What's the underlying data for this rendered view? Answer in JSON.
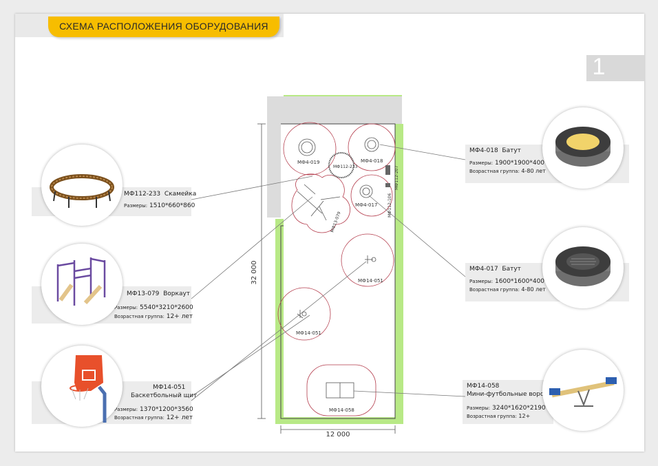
{
  "title": "СХЕМА РАСПОЛОЖЕНИЯ ОБОРУДОВАНИЯ",
  "page_number": "1",
  "plan": {
    "dim_width": "12 000",
    "dim_length": "32 000",
    "labels": {
      "mf4_019": "МФ4-019",
      "mf4_018": "МФ4-018",
      "mf112_233": "МФ112-233",
      "mf4_017": "МФ4-017",
      "mf112_207": "МФ112-207",
      "mf112_106": "МФ112-106",
      "mf13_079": "МФ13-079",
      "mf14_051_a": "МФ14-051",
      "mf14_051_b": "МФ14-051",
      "mf14_058": "МФ14-058"
    }
  },
  "left_items": [
    {
      "code": "МФ112-233",
      "name": "Скамейка",
      "size_label": "Размеры:",
      "size": "1510*660*860",
      "age_label": "",
      "age": ""
    },
    {
      "code": "МФ13-079",
      "name": "Воркаут",
      "size_label": "Размеры:",
      "size": "5540*3210*2600",
      "age_label": "Возрастная группа:",
      "age": "12+ лет"
    },
    {
      "code": "МФ14-051",
      "name": "Баскетбольный щит",
      "size_label": "Размеры:",
      "size": "1370*1200*3560",
      "age_label": "Возрастная группа:",
      "age": "12+ лет"
    }
  ],
  "right_items": [
    {
      "code": "МФ4-018",
      "name": "Батут",
      "size_label": "Размеры:",
      "size": "1900*1900*400",
      "age_label": "Возрастная группа:",
      "age": "4-80 лет"
    },
    {
      "code": "МФ4-017",
      "name": "Батут",
      "size_label": "Размеры:",
      "size": "1600*1600*400",
      "age_label": "Возрастная группа:",
      "age": "4-80 лет"
    },
    {
      "code": "МФ14-058",
      "name": "Мини-футбольные ворота",
      "size_label": "Размеры:",
      "size": "3240*1620*2190",
      "age_label": "Возрастная группа:",
      "age": "12+"
    }
  ],
  "colors": {
    "accent": "#f7bd00",
    "green": "#b8e986",
    "zone": "#b33a4a"
  }
}
